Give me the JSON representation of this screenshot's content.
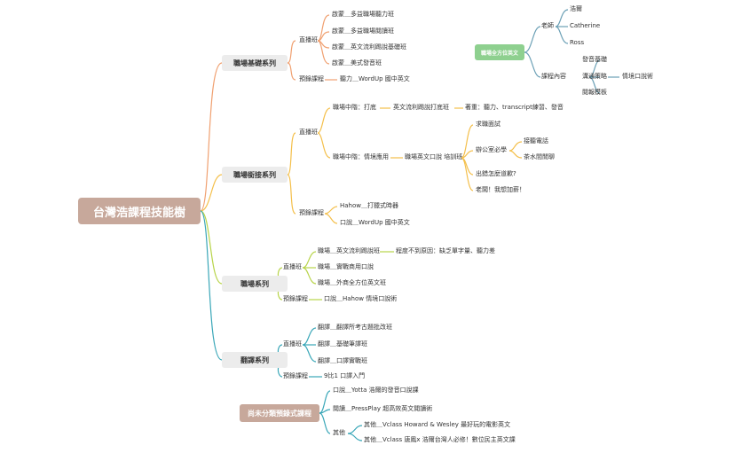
{
  "root": "台灣浩課程技能樹",
  "side_topic": "職場全方位英文",
  "unclassified": "尚未分類預錄式課程",
  "branches": {
    "basic": {
      "title": "職場基礎系列",
      "live": "直播班",
      "live_items": [
        "啟蒙＿多益職場聽力班",
        "啟蒙＿多益職場閱讀班",
        "啟蒙＿英文流利踢說基礎班",
        "啟蒙＿美式發音班"
      ],
      "recorded": "預錄課程",
      "recorded_items": [
        "聽力＿WordUp 國中英文"
      ]
    },
    "advanced": {
      "title": "職場銜接系列",
      "live": "直播班",
      "line1": "職場中階：打底",
      "line1_course": "英文流利踢說打底班",
      "line1_focus": "著重：聽力、transcript練習、發音",
      "line2": "職場中階：情境應用",
      "line2_course": "職場英文口說 培訓班",
      "topics": [
        "求職面試",
        "辦公室必學",
        "出錯怎麼道歉?",
        "老闆！我想加薪！"
      ],
      "office_items": [
        "接聽電話",
        "茶水間閒聊"
      ],
      "recorded": "預錄課程",
      "recorded_items": [
        "Hahow＿打獵式時器",
        "口說＿WordUp 國中英文"
      ]
    },
    "work": {
      "title": "職場系列",
      "live": "直播班",
      "live_items": [
        "職場＿英文流利踢說班",
        "職場＿實戰商用口說",
        "職場＿外商全方位英文班"
      ],
      "note": "程度不到原因：缺乏單字量、聽力差",
      "recorded": "預錄課程",
      "recorded_items": [
        "口說＿Hahow 情境口說術"
      ]
    },
    "translation": {
      "title": "翻譯系列",
      "live": "直播班",
      "live_items": [
        "翻譯＿翻譯所考古題批改班",
        "翻譯＿基礎筆譯班",
        "翻譯＿口譯實戰班"
      ],
      "recorded": "預錄課程",
      "recorded_items": [
        "9比1 口譯入門"
      ]
    }
  },
  "side": {
    "teacher": "老師",
    "teachers": [
      "浩爾",
      "Catherine",
      "Ross"
    ],
    "content": "課程內容",
    "content_items": [
      "發音基礎",
      "溝通策略",
      "閱報模板"
    ],
    "strategy_child": "情境口說術"
  },
  "unclassified_items": {
    "speaking": "口說＿Yotta 浩爾的發音口說課",
    "reading": "閱讀＿PressPlay 超高效英文閱讀術",
    "other": "其他",
    "other_items": [
      "其他＿Vclass Howard & Wesley 最好玩的電影英文",
      "其他＿Vclass 唐鳳x 浩爾台灣人必修！數位民主英文課"
    ]
  },
  "colors": {
    "basic": "#f0a070",
    "advanced": "#f4bf4a",
    "work": "#b8d44a",
    "translation": "#3aa7b8",
    "side": "#6a9fb5",
    "root_bg": "#c7a89b",
    "green_bg": "#8ed08f"
  }
}
